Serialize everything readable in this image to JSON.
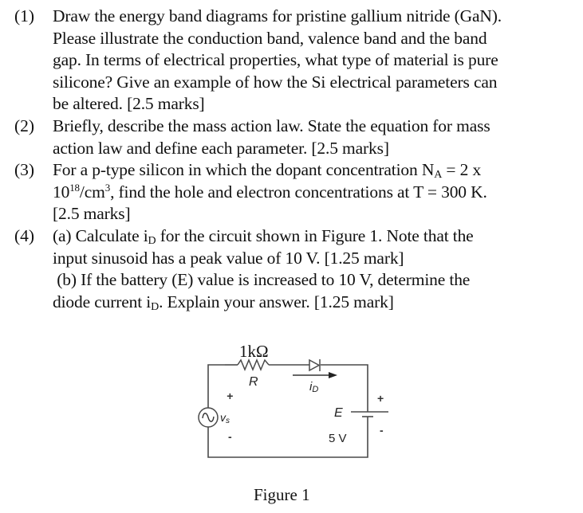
{
  "questions": [
    {
      "number": "(1)",
      "lines": [
        "Draw the energy band diagrams for pristine gallium nitride (GaN).",
        "Please illustrate the conduction band, valence band and the band",
        "gap. In terms of electrical properties, what type of material is pure",
        "silicone? Give an example of how the Si electrical parameters can",
        "be altered. [2.5 marks]"
      ]
    },
    {
      "number": "(2)",
      "lines": [
        "Briefly, describe the mass action law. State the equation for mass",
        "action law and define each parameter. [2.5 marks]"
      ]
    },
    {
      "number": "(3)",
      "line1_pre": "For a p-type silicon in which the dopant concentration N",
      "line1_sub": "A",
      "line1_post": " = 2 x",
      "line2_pre": "10",
      "line2_sup1": "18",
      "line2_mid": "/cm",
      "line2_sup2": "3",
      "line2_post": ", find the hole and electron concentrations at T = 300 K.",
      "line3": "[2.5 marks]"
    },
    {
      "number": "(4)",
      "a_line1_pre": "(a) Calculate i",
      "a_line1_sub": "D",
      "a_line1_post": " for the circuit shown in Figure 1. Note that the",
      "a_line2": "input sinusoid has a peak value of 10 V. [1.25 mark]",
      "b_line1": " (b) If the battery (E) value is increased to 10 V, determine the",
      "b_line2_pre": "diode current i",
      "b_line2_sub": "D",
      "b_line2_post": ". Explain your answer. [1.25 mark]"
    }
  ],
  "figure": {
    "resistor_value": "1kΩ",
    "resistor_label": "R",
    "current_label_main": "i",
    "current_label_sub": "D",
    "source_label_main": "v",
    "source_label_sub": "s",
    "source_plus": "+",
    "source_minus": "-",
    "battery_label": "E",
    "battery_value": "5 V",
    "battery_plus": "+",
    "battery_minus": "-",
    "caption": "Figure 1",
    "wire_color": "#4a4a4a"
  }
}
